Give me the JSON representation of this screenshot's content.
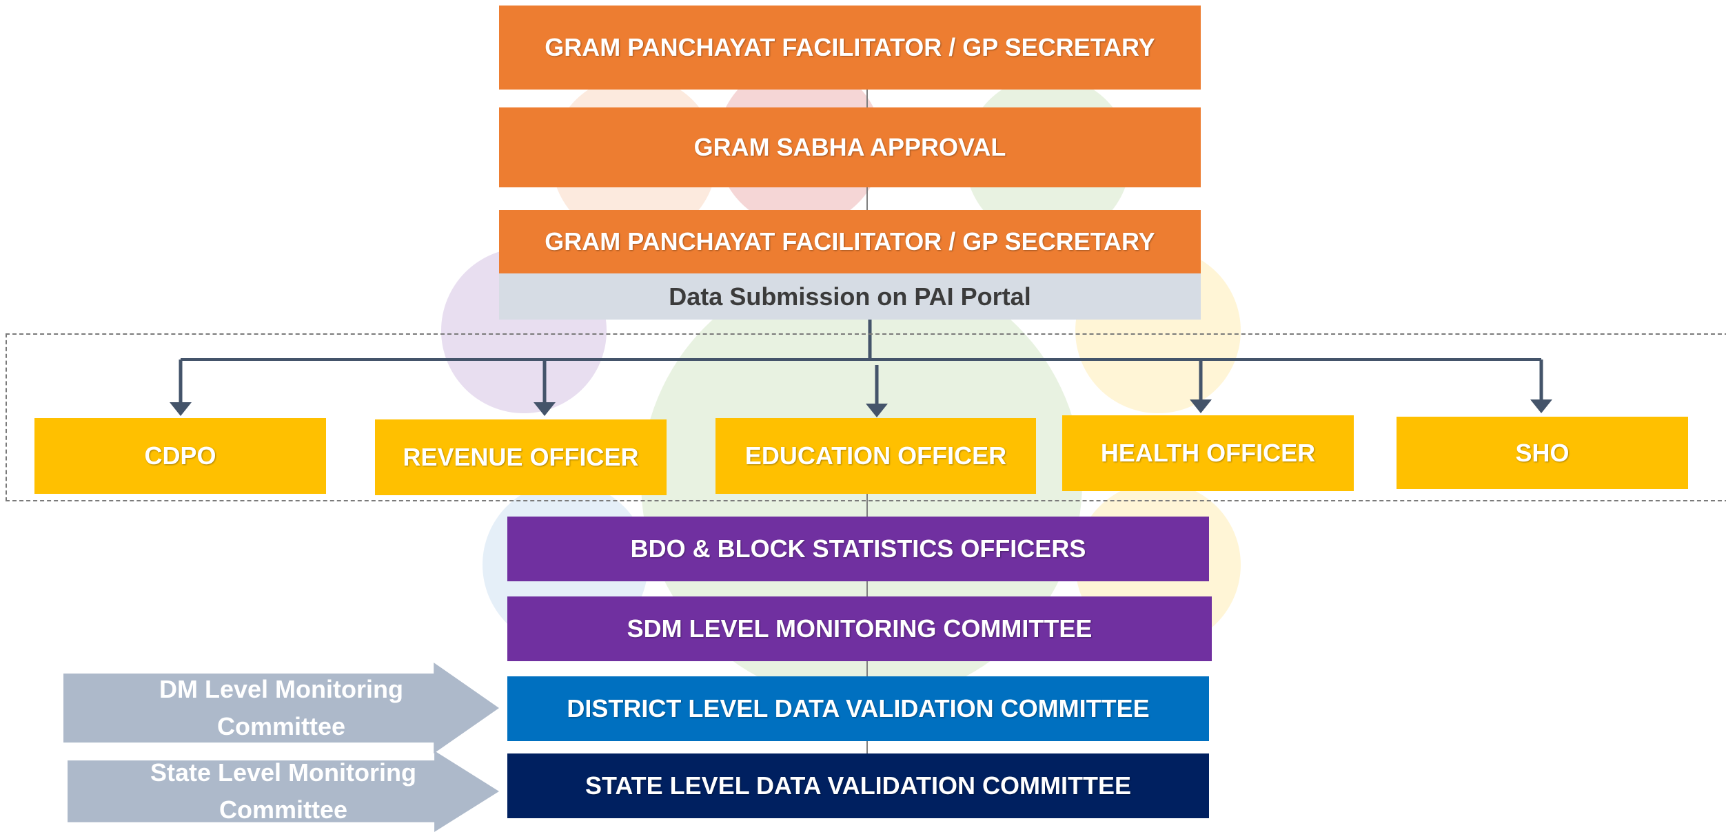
{
  "top": {
    "gp_facilitator_1": "GRAM PANCHAYAT FACILITATOR / GP SECRETARY",
    "gram_sabha": "GRAM SABHA APPROVAL",
    "gp_facilitator_2": "GRAM PANCHAYAT FACILITATOR / GP SECRETARY",
    "data_submission": "Data Submission on PAI Portal"
  },
  "officers": [
    {
      "label": "CDPO"
    },
    {
      "label": "REVENUE OFFICER"
    },
    {
      "label": "EDUCATION OFFICER"
    },
    {
      "label": "HEALTH OFFICER"
    },
    {
      "label": "SHO"
    }
  ],
  "lower": {
    "bdo": "BDO & BLOCK STATISTICS OFFICERS",
    "sdm": "SDM LEVEL MONITORING COMMITTEE",
    "district": "DISTRICT LEVEL DATA VALIDATION COMMITTEE",
    "state": "STATE LEVEL DATA VALIDATION COMMITTEE"
  },
  "side_arrows": {
    "dm": "DM Level Monitoring Committee",
    "state": "State Level Monitoring Committee"
  },
  "colors": {
    "orange": "#ED7D31",
    "yellow": "#FFC000",
    "purple": "#7030A0",
    "blue": "#0070C0",
    "navy": "#002060",
    "grey": "#ADB9CA",
    "connector": "#44546A"
  }
}
